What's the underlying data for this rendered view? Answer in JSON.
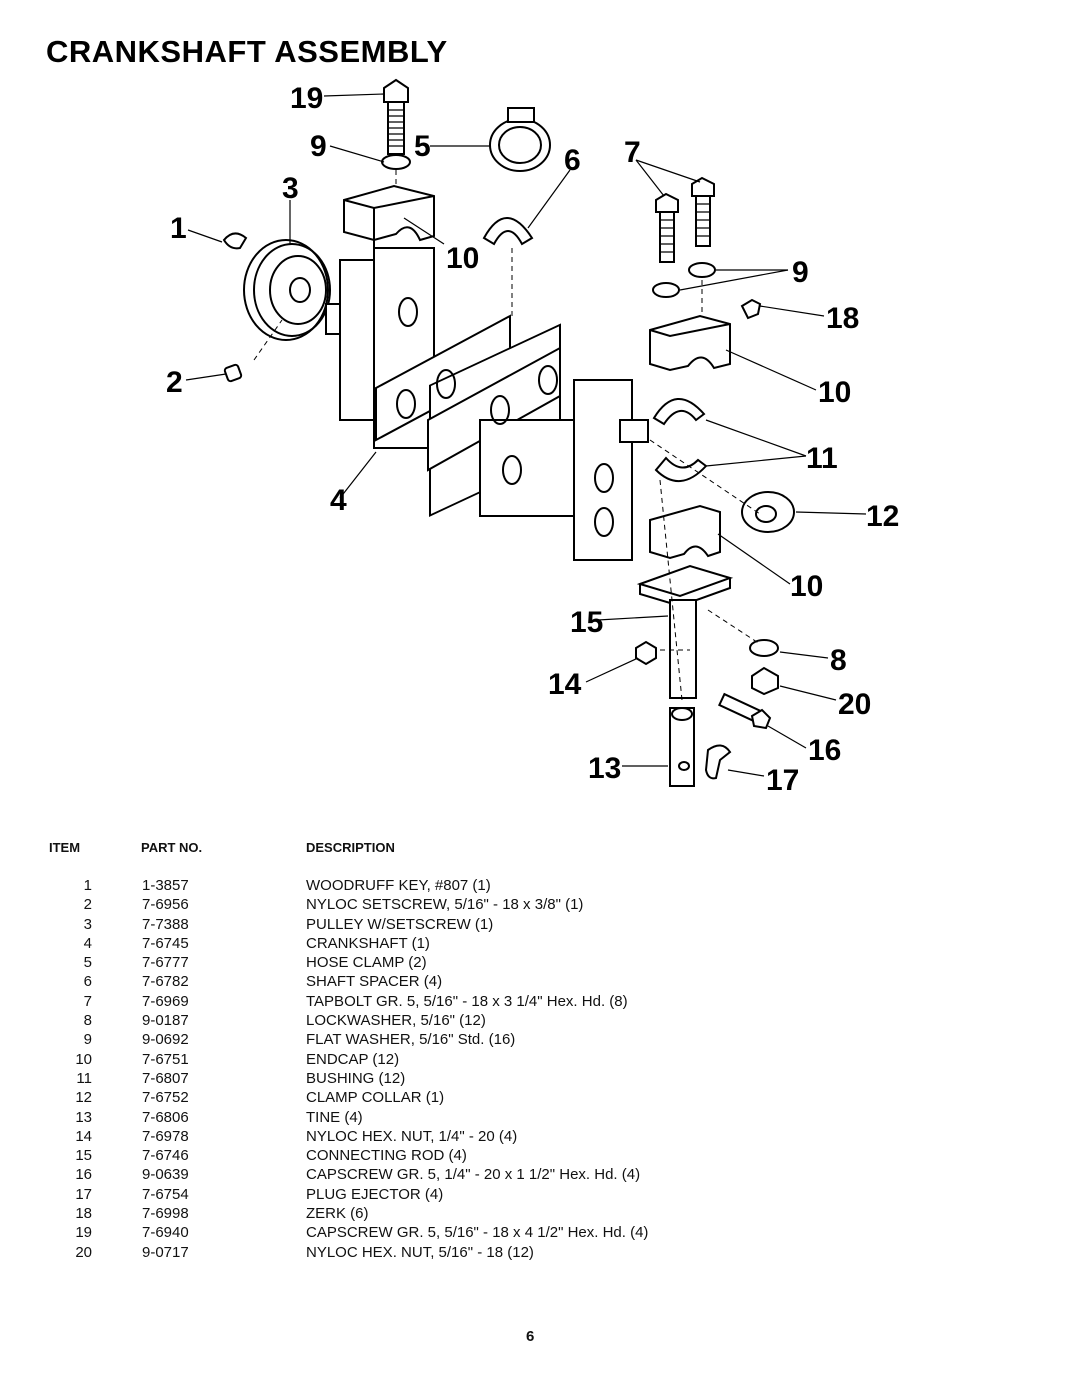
{
  "title": "CRANKSHAFT ASSEMBLY",
  "callouts": {
    "c1": "1",
    "c2": "2",
    "c3": "3",
    "c4": "4",
    "c5": "5",
    "c6": "6",
    "c7": "7",
    "c8": "8",
    "c9a": "9",
    "c9b": "9",
    "c10a": "10",
    "c10b": "10",
    "c10c": "10",
    "c11": "11",
    "c12": "12",
    "c13": "13",
    "c14": "14",
    "c15": "15",
    "c16": "16",
    "c17": "17",
    "c18": "18",
    "c19": "19",
    "c20": "20"
  },
  "table": {
    "headers": {
      "item": "ITEM",
      "part_no": "PART NO.",
      "description": "DESCRIPTION"
    },
    "rows": [
      {
        "item": "1",
        "part_no": "1-3857",
        "description": "WOODRUFF KEY, #807 (1)"
      },
      {
        "item": "2",
        "part_no": "7-6956",
        "description": "NYLOC SETSCREW, 5/16\" - 18 x 3/8\" (1)"
      },
      {
        "item": "3",
        "part_no": "7-7388",
        "description": "PULLEY W/SETSCREW (1)"
      },
      {
        "item": "4",
        "part_no": "7-6745",
        "description": "CRANKSHAFT (1)"
      },
      {
        "item": "5",
        "part_no": "7-6777",
        "description": "HOSE CLAMP (2)"
      },
      {
        "item": "6",
        "part_no": "7-6782",
        "description": "SHAFT SPACER (4)"
      },
      {
        "item": "7",
        "part_no": "7-6969",
        "description": "TAPBOLT GR. 5, 5/16\" - 18 x 3 1/4\" Hex. Hd. (8)"
      },
      {
        "item": "8",
        "part_no": "9-0187",
        "description": "LOCKWASHER, 5/16\" (12)"
      },
      {
        "item": "9",
        "part_no": "9-0692",
        "description": "FLAT WASHER, 5/16\" Std. (16)"
      },
      {
        "item": "10",
        "part_no": "7-6751",
        "description": "ENDCAP (12)"
      },
      {
        "item": "11",
        "part_no": "7-6807",
        "description": "BUSHING (12)"
      },
      {
        "item": "12",
        "part_no": "7-6752",
        "description": "CLAMP COLLAR (1)"
      },
      {
        "item": "13",
        "part_no": "7-6806",
        "description": "TINE (4)"
      },
      {
        "item": "14",
        "part_no": "7-6978",
        "description": "NYLOC HEX. NUT, 1/4\" - 20 (4)"
      },
      {
        "item": "15",
        "part_no": "7-6746",
        "description": "CONNECTING ROD (4)"
      },
      {
        "item": "16",
        "part_no": "9-0639",
        "description": "CAPSCREW GR. 5, 1/4\" - 20 x 1 1/2\" Hex. Hd. (4)"
      },
      {
        "item": "17",
        "part_no": "7-6754",
        "description": "PLUG EJECTOR (4)"
      },
      {
        "item": "18",
        "part_no": "7-6998",
        "description": "ZERK (6)"
      },
      {
        "item": "19",
        "part_no": "7-6940",
        "description": "CAPSCREW GR. 5, 5/16\" - 18 x 4 1/2\" Hex. Hd. (4)"
      },
      {
        "item": "20",
        "part_no": "9-0717",
        "description": "NYLOC HEX. NUT, 5/16\" - 18 (12)"
      }
    ]
  },
  "page_number": "6"
}
